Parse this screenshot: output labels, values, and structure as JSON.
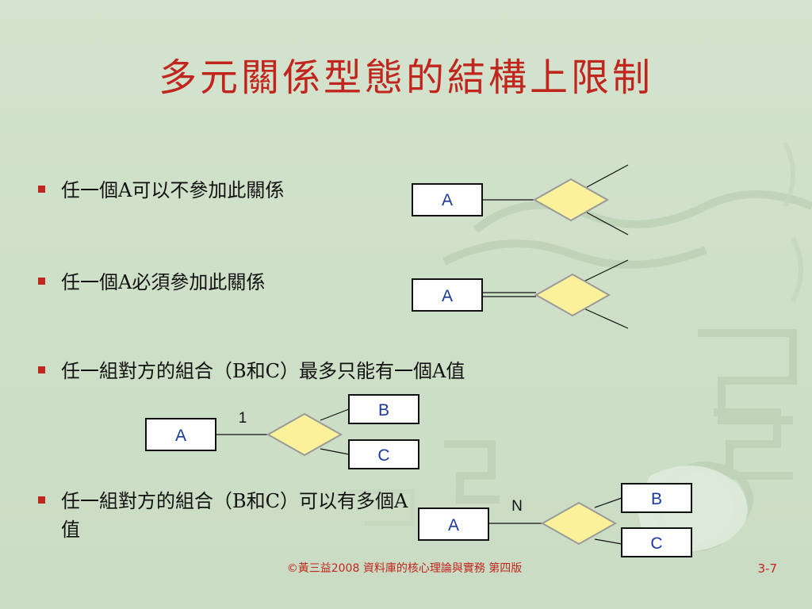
{
  "slide": {
    "title": "多元關係型態的結構上限制",
    "bullets": [
      {
        "text": "任一個A可以不參加此關係"
      },
      {
        "text": "任一個A必須參加此關係"
      },
      {
        "text": "任一組對方的組合（B和C）最多只能有一個A值"
      },
      {
        "text": "任一組對方的組合（B和C）可以有多個A值"
      }
    ],
    "footer": "©黃三益2008 資料庫的核心理論與實務 第四版",
    "page_number": "3-7"
  },
  "diagrams": {
    "d1": {
      "entity": "A"
    },
    "d2": {
      "entity": "A"
    },
    "d3": {
      "entity_a": "A",
      "entity_b": "B",
      "entity_c": "C",
      "cardinality": "1"
    },
    "d4": {
      "entity_a": "A",
      "entity_b": "B",
      "entity_c": "C",
      "cardinality": "N"
    }
  },
  "colors": {
    "title": "#c1261e",
    "entity_label": "#1b3a9c",
    "relationship_fill": "#fbf19a",
    "background": "#cfe0c9"
  }
}
